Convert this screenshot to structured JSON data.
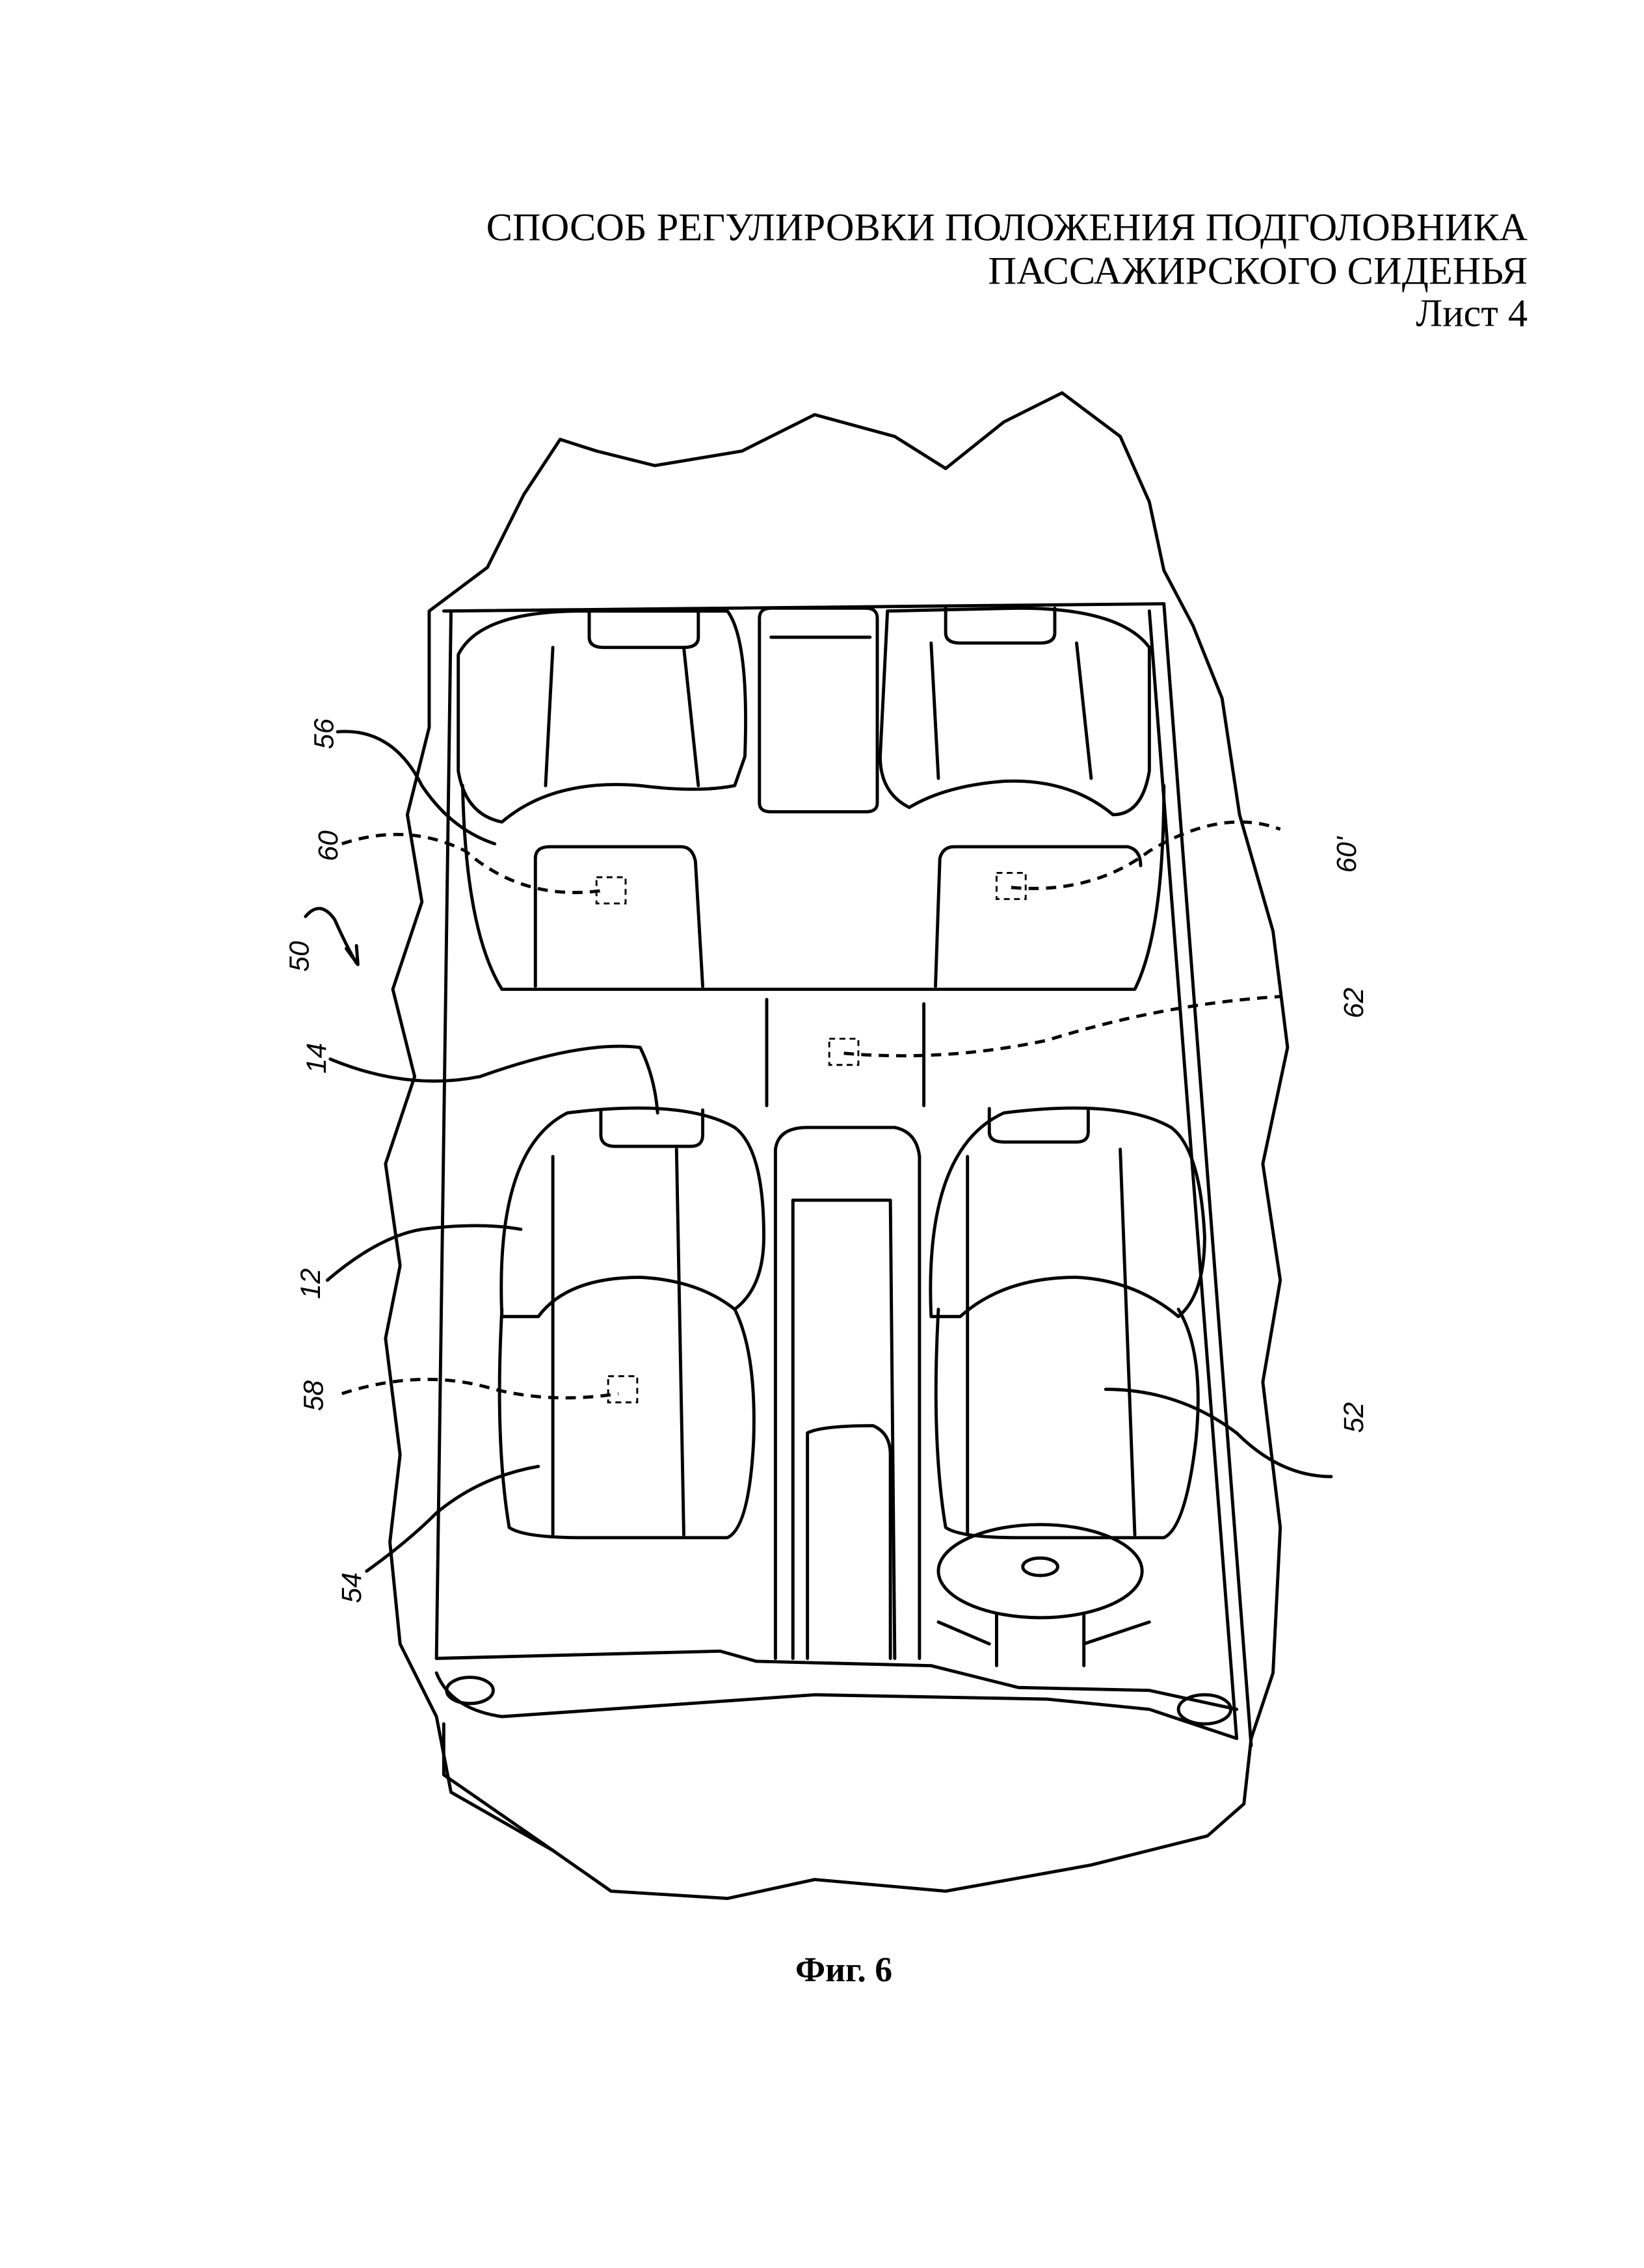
{
  "header": {
    "title_line1": "СПОСОБ РЕГУЛИРОВКИ ПОЛОЖЕНИЯ ПОДГОЛОВНИКА",
    "title_line2": "ПАССАЖИРСКОГО СИДЕНЬЯ",
    "sheet": "Лист 4"
  },
  "figure": {
    "caption": "Фиг. 6",
    "reference_numerals": {
      "n56": "56",
      "n60": "60",
      "n50": "50",
      "n14": "14",
      "n12": "12",
      "n58": "58",
      "n54": "54",
      "n60p": "60'",
      "n62": "62",
      "n52": "52"
    }
  }
}
